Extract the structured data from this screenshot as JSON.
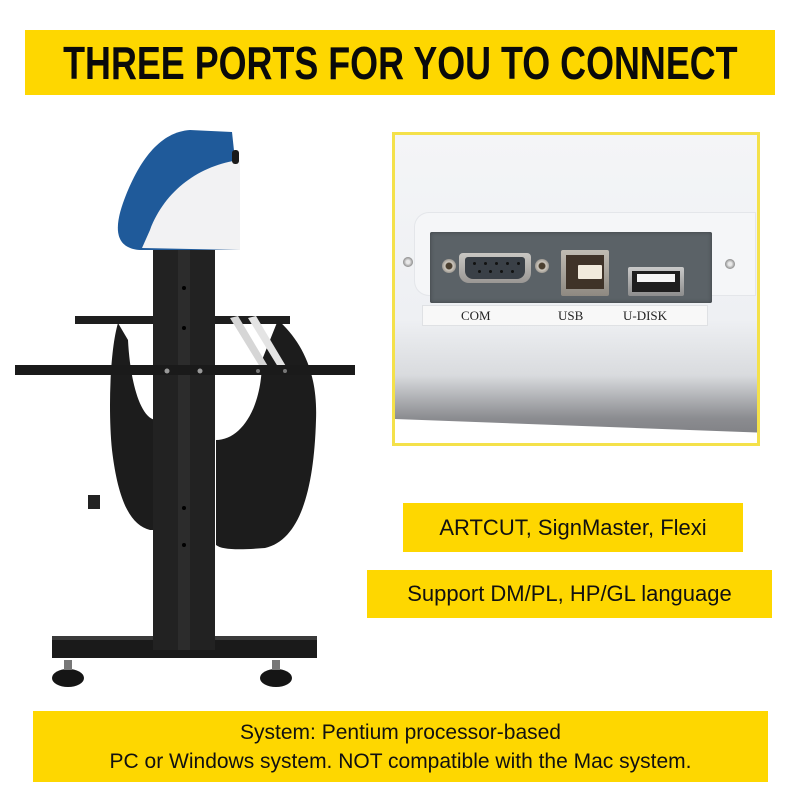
{
  "banner": {
    "title": "THREE PORTS FOR YOU TO CONNECT"
  },
  "photo": {
    "ports": [
      {
        "label": "COM",
        "icon": "db9-serial-port-icon"
      },
      {
        "label": "USB",
        "icon": "usb-b-port-icon"
      },
      {
        "label": "U-DISK",
        "icon": "usb-a-port-icon"
      }
    ]
  },
  "features": {
    "software": "ARTCUT, SignMaster, Flexi",
    "language": "Support DM/PL, HP/GL language"
  },
  "system": {
    "line1": "System: Pentium processor-based",
    "line2": "PC or Windows system. NOT compatible with the Mac system."
  },
  "colors": {
    "accent_yellow": "#fed700",
    "machine_blue": "#1f5a9a",
    "stand_black": "#1d1d1d"
  }
}
